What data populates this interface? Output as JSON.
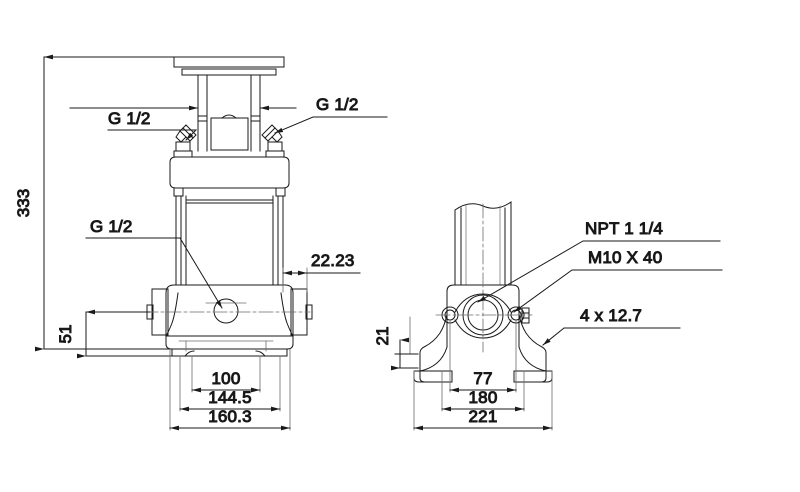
{
  "document": {
    "type": "technical-dimensional-drawing",
    "subject": "Vertical multistage centrifugal pump — outline dimensional drawing",
    "views": [
      "front-elevation",
      "base-end-view"
    ],
    "background_color": "#ffffff",
    "line_color": "#1a1a1a",
    "text_color": "#141414"
  },
  "left_view": {
    "name": "front-elevation",
    "dimensions": {
      "overall_height": "333",
      "suction_discharge_centerline_height": "51",
      "port_offset": "22.23",
      "base_bolt_spacing": "100",
      "base_width_inner": "144.5",
      "base_width_overall": "160.3"
    },
    "callouts": {
      "left_gauge_port": "G 1/2",
      "right_gauge_port": "G 1/2",
      "drain_plug_port": "G 1/2"
    }
  },
  "right_view": {
    "name": "base-end-view",
    "dimensions": {
      "foot_height": "21",
      "bolt_hole_spacing": "77",
      "base_width": "180",
      "base_width_overall": "221"
    },
    "callouts": {
      "port_thread": "NPT 1 1/4",
      "bolt_spec": "M10 X 40",
      "foot_holes": "4  x  12.7"
    }
  },
  "labels": [
    {
      "id": "h-333",
      "text": "333",
      "rotated": true
    },
    {
      "id": "g12-left",
      "text": "G 1/2",
      "rotated": false
    },
    {
      "id": "g12-right",
      "text": "G 1/2",
      "rotated": false
    },
    {
      "id": "g12-drain",
      "text": "G 1/2",
      "rotated": false
    },
    {
      "id": "d-2223",
      "text": "22.23",
      "rotated": false
    },
    {
      "id": "h-51",
      "text": "51",
      "rotated": true
    },
    {
      "id": "w-100",
      "text": "100",
      "rotated": false
    },
    {
      "id": "w-1445",
      "text": "144.5",
      "rotated": false
    },
    {
      "id": "w-1603",
      "text": "160.3",
      "rotated": false
    },
    {
      "id": "npt",
      "text": "NPT 1 1/4",
      "rotated": false
    },
    {
      "id": "m10",
      "text": "M10 X 40",
      "rotated": false
    },
    {
      "id": "holes",
      "text": "4  x  12.7",
      "rotated": false
    },
    {
      "id": "h-21",
      "text": "21",
      "rotated": true
    },
    {
      "id": "w-77",
      "text": "77",
      "rotated": false
    },
    {
      "id": "w-180",
      "text": "180",
      "rotated": false
    },
    {
      "id": "w-221",
      "text": "221",
      "rotated": false
    }
  ]
}
